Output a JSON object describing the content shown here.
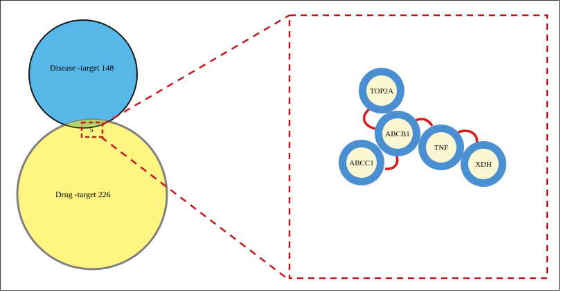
{
  "venn": {
    "disease": {
      "label": "Disease -target 148",
      "color": "#56b8e8"
    },
    "drug": {
      "label": "Drug -target 226",
      "color": "#fff580"
    },
    "overlap": {
      "label": "5",
      "color": "#b3d36b"
    }
  },
  "network": {
    "node_ring_color": "#4a8fd2",
    "node_fill_color": "#fbf7d2",
    "edge_color": "#d9191c",
    "nodes": [
      {
        "id": "TOP2A",
        "label": "TOP2A"
      },
      {
        "id": "ABCB1",
        "label": "ABCB1"
      },
      {
        "id": "TNF",
        "label": "TNF"
      },
      {
        "id": "ABCC1",
        "label": "ABCC1"
      },
      {
        "id": "XDH",
        "label": "XDH"
      }
    ],
    "edges": [
      [
        "TOP2A",
        "ABCB1"
      ],
      [
        "ABCB1",
        "TNF"
      ],
      [
        "ABCB1",
        "ABCC1"
      ],
      [
        "TNF",
        "XDH"
      ]
    ]
  },
  "zoom_color": "#c4161c"
}
